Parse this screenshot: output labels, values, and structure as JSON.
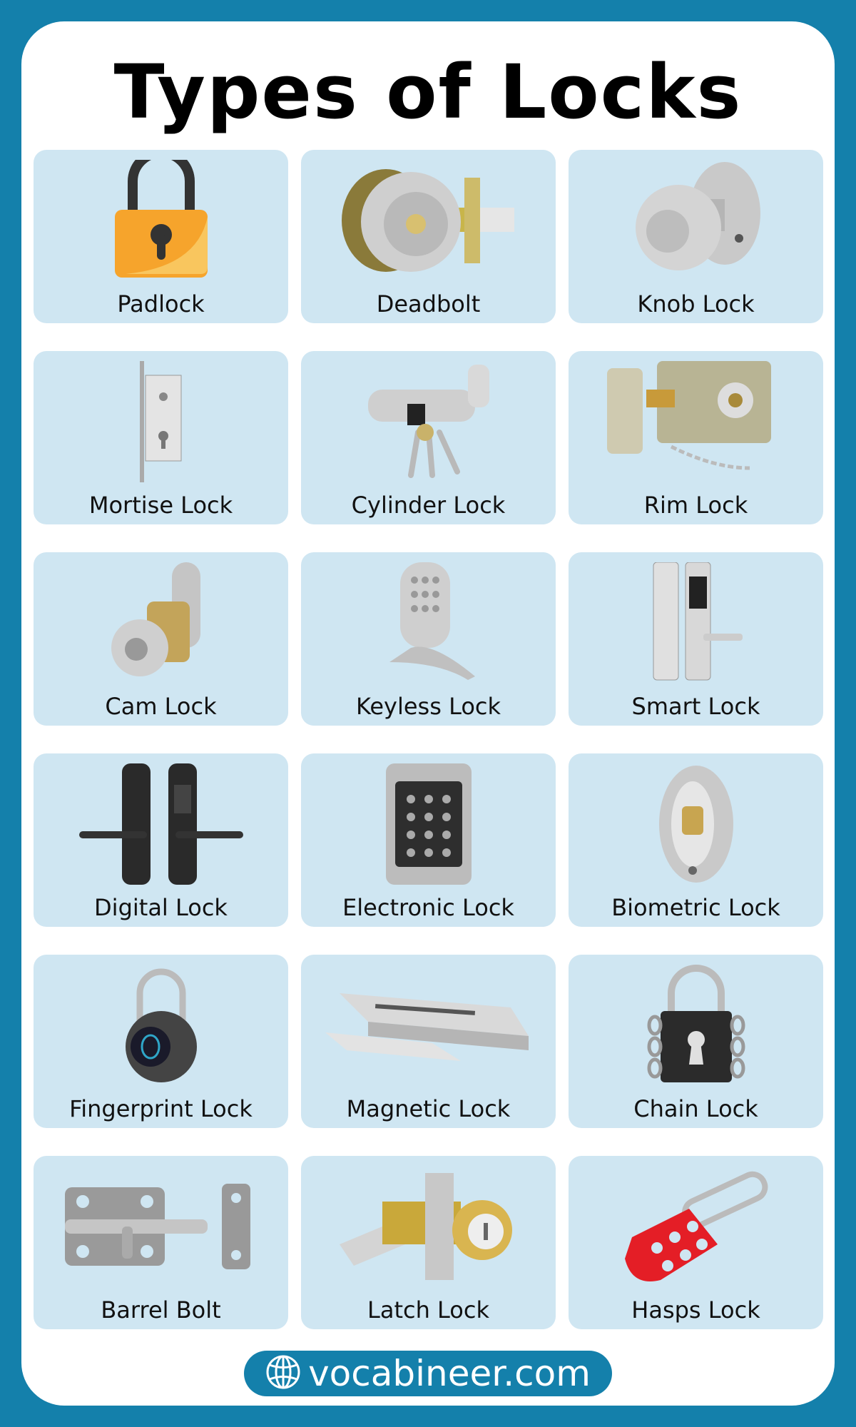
{
  "title": "Types of Locks",
  "items": [
    {
      "label": "Padlock",
      "icon": "padlock-icon"
    },
    {
      "label": "Deadbolt",
      "icon": "deadbolt-icon"
    },
    {
      "label": "Knob Lock",
      "icon": "knob-lock-icon"
    },
    {
      "label": "Mortise Lock",
      "icon": "mortise-lock-icon"
    },
    {
      "label": "Cylinder Lock",
      "icon": "cylinder-lock-icon"
    },
    {
      "label": "Rim Lock",
      "icon": "rim-lock-icon"
    },
    {
      "label": "Cam Lock",
      "icon": "cam-lock-icon"
    },
    {
      "label": "Keyless Lock",
      "icon": "keyless-lock-icon"
    },
    {
      "label": "Smart Lock",
      "icon": "smart-lock-icon"
    },
    {
      "label": "Digital Lock",
      "icon": "digital-lock-icon"
    },
    {
      "label": "Electronic Lock",
      "icon": "electronic-lock-icon"
    },
    {
      "label": "Biometric Lock",
      "icon": "biometric-lock-icon"
    },
    {
      "label": "Fingerprint Lock",
      "icon": "fingerprint-lock-icon"
    },
    {
      "label": "Magnetic Lock",
      "icon": "magnetic-lock-icon"
    },
    {
      "label": "Chain Lock",
      "icon": "chain-lock-icon"
    },
    {
      "label": "Barrel Bolt",
      "icon": "barrel-bolt-icon"
    },
    {
      "label": "Latch Lock",
      "icon": "latch-lock-icon"
    },
    {
      "label": "Hasps Lock",
      "icon": "hasps-lock-icon"
    }
  ],
  "footer": {
    "text": "vocabineer.com",
    "icon": "globe-icon"
  },
  "colors": {
    "background": "#1480ab",
    "card": "#cfe6f2",
    "sheet": "#ffffff",
    "padlock": "#f6a42c"
  }
}
